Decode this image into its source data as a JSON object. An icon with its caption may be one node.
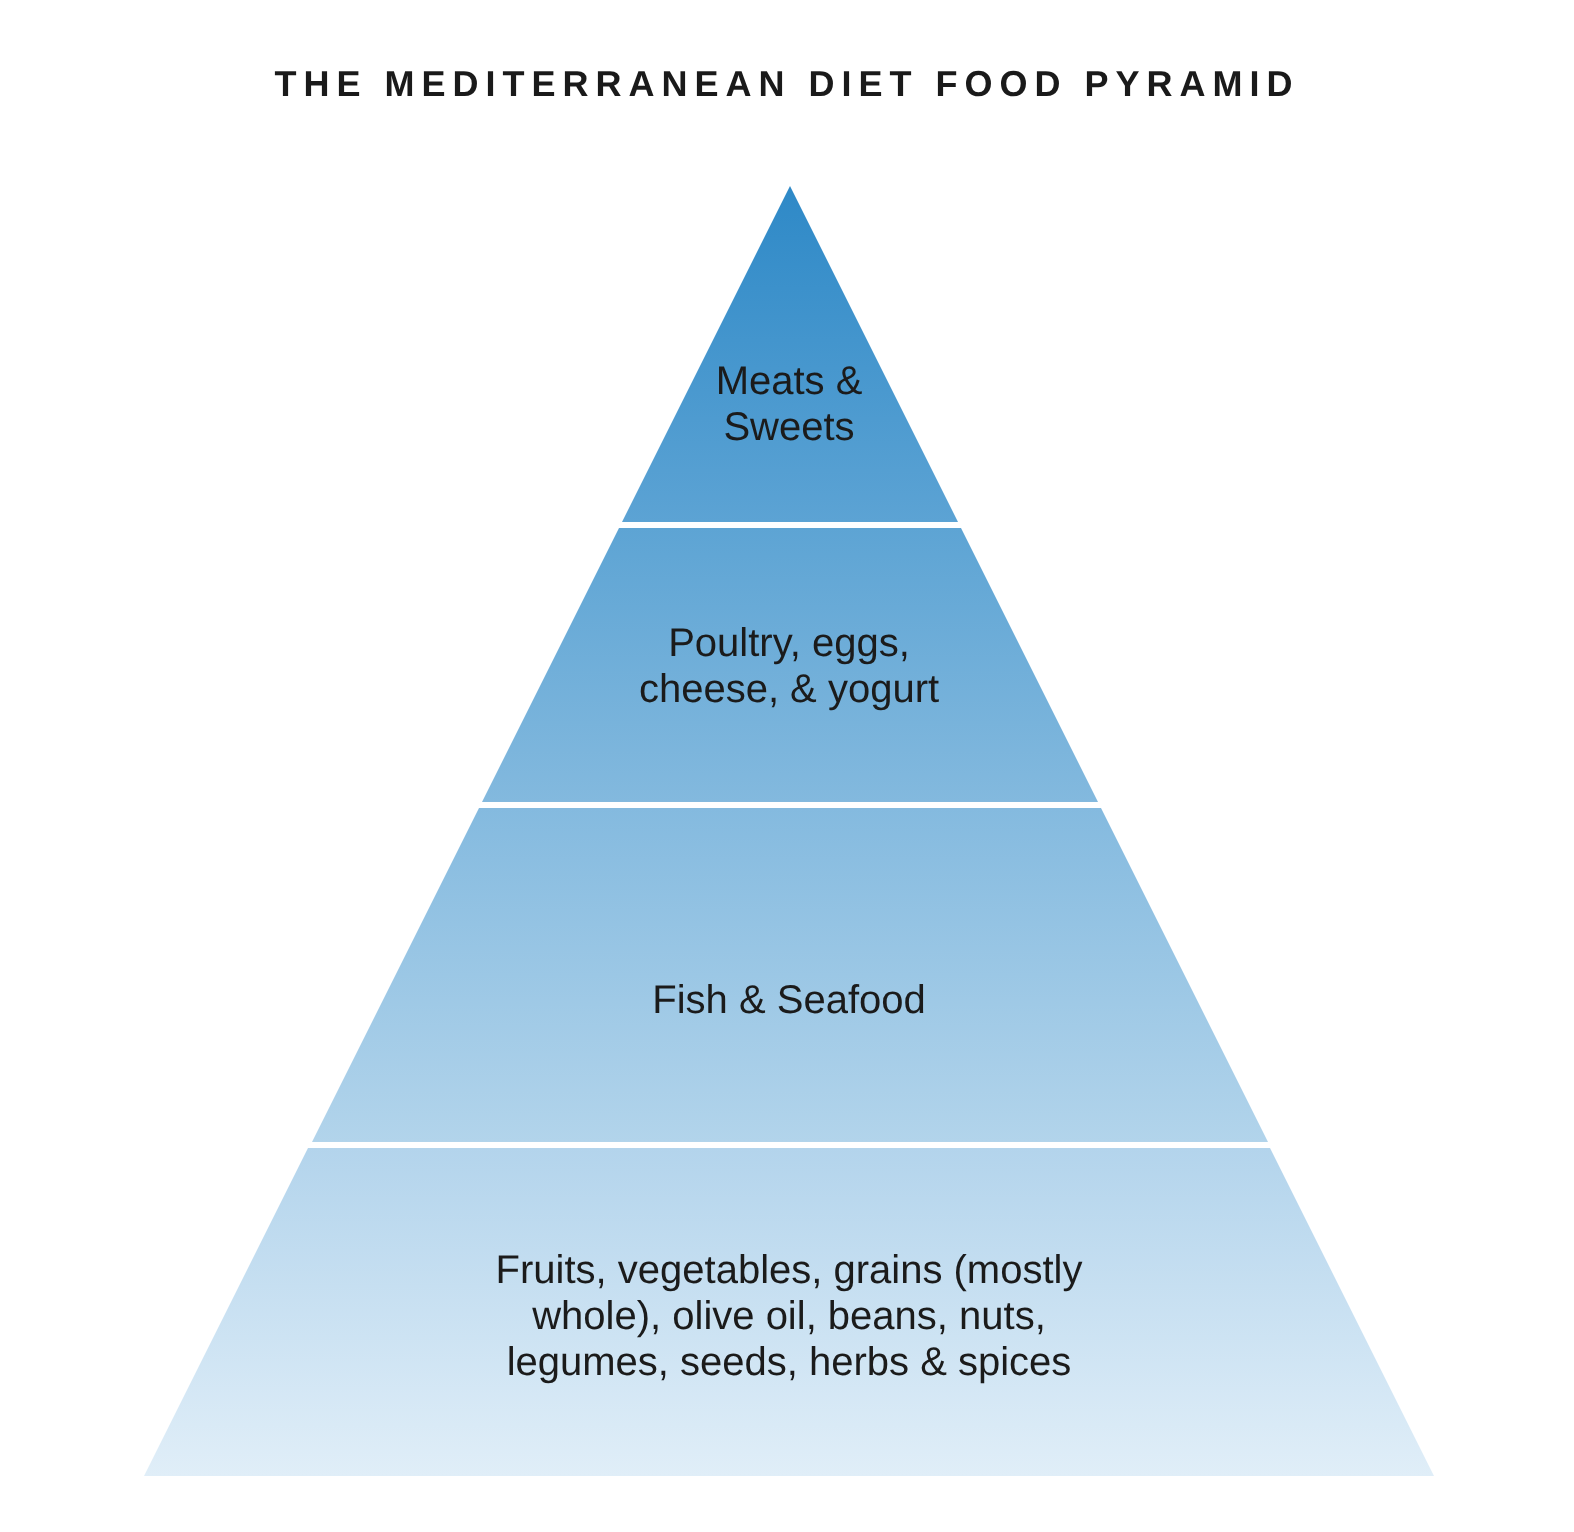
{
  "diagram": {
    "title": "THE MEDITERRANEAN DIET FOOD PYRAMID",
    "nodes": [
      {
        "text": [
          "Meats & Sweets"
        ]
      },
      {
        "text": [
          "Poultry, eggs, cheese, & yogurt"
        ]
      },
      {
        "text": [
          "Fish & Seafood"
        ]
      },
      {
        "text": [
          "Fruits, vegetables, grains (mostly whole), olive oil, beans, nuts, legumes, seeds, herbs & spices"
        ]
      }
    ]
  }
}
